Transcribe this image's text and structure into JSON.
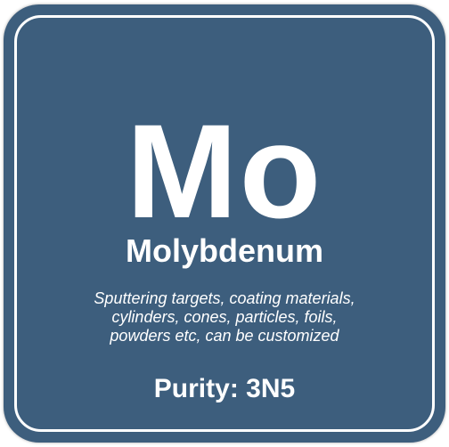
{
  "element": {
    "symbol": "Mo",
    "name": "Molybdenum",
    "description_lines": [
      "Sputtering targets, coating materials,",
      "cylinders, cones, particles, foils,",
      "powders etc, can be customized"
    ],
    "purity": "Purity: 3N5"
  },
  "colors": {
    "tile_background": "#3d5e7d",
    "text": "#ffffff"
  }
}
